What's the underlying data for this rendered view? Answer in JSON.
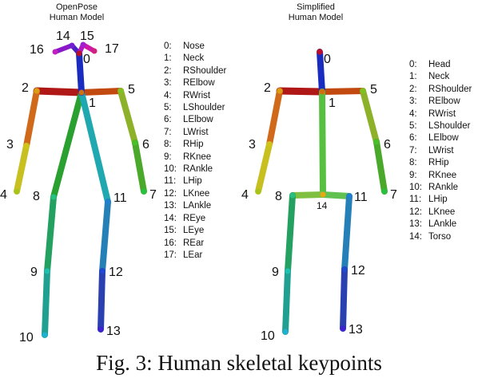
{
  "left_panel": {
    "title_line1": "OpenPose",
    "title_line2": "Human Model",
    "legend": [
      {
        "idx": "0:",
        "name": "Nose"
      },
      {
        "idx": "1:",
        "name": "Neck"
      },
      {
        "idx": "2:",
        "name": "RShoulder"
      },
      {
        "idx": "3:",
        "name": "RElbow"
      },
      {
        "idx": "4:",
        "name": "RWrist"
      },
      {
        "idx": "5:",
        "name": "LShoulder"
      },
      {
        "idx": "6:",
        "name": "LElbow"
      },
      {
        "idx": "7:",
        "name": "LWrist"
      },
      {
        "idx": "8:",
        "name": "RHip"
      },
      {
        "idx": "9:",
        "name": "RKnee"
      },
      {
        "idx": "10:",
        "name": "RAnkle"
      },
      {
        "idx": "11:",
        "name": "LHip"
      },
      {
        "idx": "12:",
        "name": "LKnee"
      },
      {
        "idx": "13:",
        "name": "LAnkle"
      },
      {
        "idx": "14:",
        "name": "REye"
      },
      {
        "idx": "15:",
        "name": "LEye"
      },
      {
        "idx": "16:",
        "name": "REar"
      },
      {
        "idx": "17:",
        "name": "LEar"
      }
    ]
  },
  "right_panel": {
    "title_line1": "Simplified",
    "title_line2": "Human Model",
    "legend": [
      {
        "idx": "0:",
        "name": "Head"
      },
      {
        "idx": "1:",
        "name": "Neck"
      },
      {
        "idx": "2:",
        "name": "RShoulder"
      },
      {
        "idx": "3:",
        "name": "RElbow"
      },
      {
        "idx": "4:",
        "name": "RWrist"
      },
      {
        "idx": "5:",
        "name": "LShoulder"
      },
      {
        "idx": "6:",
        "name": "LElbow"
      },
      {
        "idx": "7:",
        "name": "LWrist"
      },
      {
        "idx": "8:",
        "name": "RHip"
      },
      {
        "idx": "9:",
        "name": "RKnee"
      },
      {
        "idx": "10:",
        "name": "RAnkle"
      },
      {
        "idx": "11:",
        "name": "LHip"
      },
      {
        "idx": "12:",
        "name": "LKnee"
      },
      {
        "idx": "13:",
        "name": "LAnkle"
      },
      {
        "idx": "14:",
        "name": "Torso"
      }
    ]
  },
  "caption": "Fig. 3: Human skeletal keypoints"
}
